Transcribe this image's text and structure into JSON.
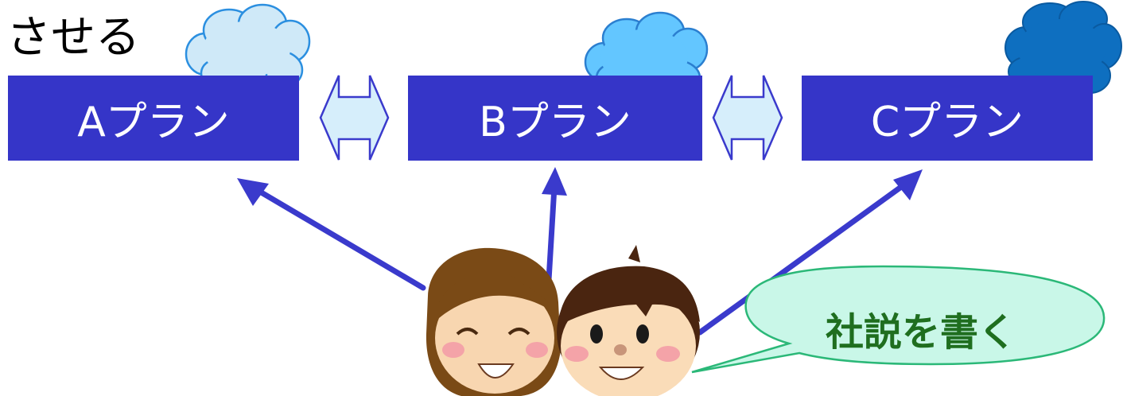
{
  "heading": "させる",
  "plans": {
    "a_label": "Aプラン",
    "b_label": "Bプラン",
    "c_label": "Cプラン"
  },
  "speech_bubble": "社説を書く",
  "colors": {
    "plan_fill": "#3535c8",
    "arrow": "#3a3acc",
    "cloud_a": "#cfe9f8",
    "cloud_b": "#63c6ff",
    "cloud_c": "#0e6fc0",
    "double_arrow_fill": "#d6eefb",
    "speech_fill": "#c9f7e8",
    "speech_text": "#1f6e1f"
  }
}
